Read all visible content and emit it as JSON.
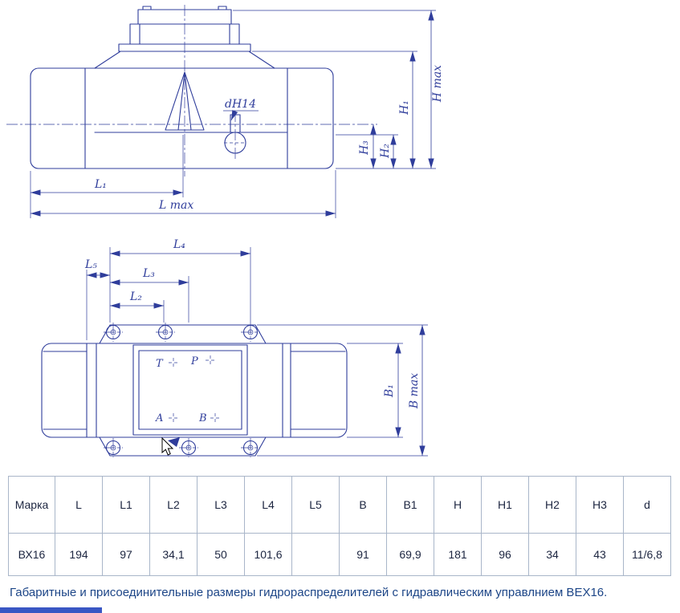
{
  "drawing": {
    "accent_color": "#2f3d9b",
    "view1": {
      "labels": {
        "d_hole": "dН14",
        "l1": "L₁",
        "l_max": "L max",
        "h3": "H₃",
        "h2": "H₂",
        "h1": "H₁",
        "h_max": "H max"
      }
    },
    "view2": {
      "labels": {
        "l5": "L₅",
        "l4": "L₄",
        "l3": "L₃",
        "l2": "L₂",
        "b1": "B₁",
        "b_max": "B max",
        "port_t": "T",
        "port_p": "P",
        "port_a": "A",
        "port_b": "B"
      }
    }
  },
  "table": {
    "headers": [
      "Марка",
      "L",
      "L1",
      "L2",
      "L3",
      "L4",
      "L5",
      "B",
      "B1",
      "H",
      "H1",
      "H2",
      "H3",
      "d"
    ],
    "row": [
      "ВХ16",
      "194",
      "97",
      "34,1",
      "50",
      "101,6",
      "",
      "91",
      "69,9",
      "181",
      "96",
      "34",
      "43",
      "11/6,8"
    ]
  },
  "caption": "Габаритные и присоединительные размеры гидрораспределителей с гидравлическим управлнием ВЕХ16."
}
